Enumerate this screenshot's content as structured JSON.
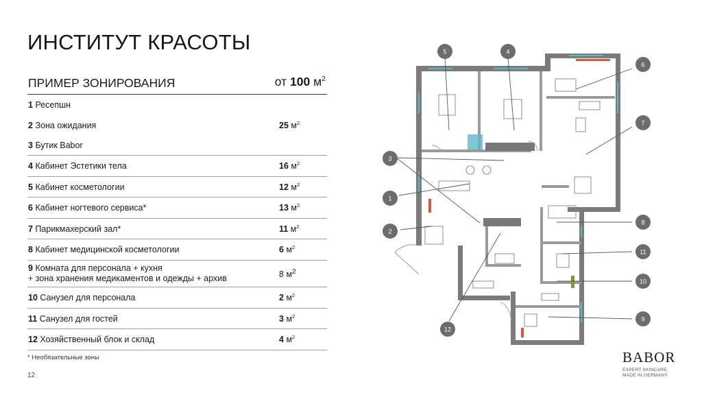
{
  "title": "ИНСТИТУТ КРАСОТЫ",
  "table": {
    "header_label": "ПРИМЕР ЗОНИРОВАНИЯ",
    "header_prefix": "от",
    "header_number": "100",
    "header_unit": "м",
    "header_unit_power": "2",
    "unit": "м",
    "unit_power": "2",
    "rows": [
      {
        "num": "1",
        "label": "Ресепшн"
      },
      {
        "num": "2",
        "label": "Зона ожидания",
        "value": "25"
      },
      {
        "num": "3",
        "label": "Бутик Babor"
      },
      {
        "num": "4",
        "label": "Кабинет Эстетики тела",
        "value": "16"
      },
      {
        "num": "5",
        "label": "Кабинет косметологии",
        "value": "12"
      },
      {
        "num": "6",
        "label": "Кабинет ногтевого сервиса*",
        "value": "13"
      },
      {
        "num": "7",
        "label": "Парикмахерский зал*",
        "value": "11"
      },
      {
        "num": "8",
        "label": "Кабинет медицинской косметологии",
        "value": "6"
      },
      {
        "num": "9",
        "label": "Комната для персонала + кухня",
        "label_line2": "+ зона хранения медикаментов и одежды + архив",
        "value": "8"
      },
      {
        "num": "10",
        "label": "Санузел для персонала",
        "value": "2"
      },
      {
        "num": "11",
        "label": "Санузел для гостей",
        "value": "3"
      },
      {
        "num": "12",
        "label": "Хозяйственный блок и склад",
        "value": "4"
      }
    ]
  },
  "footnote": "* Необязательные зоны",
  "page_number": "12",
  "logo": {
    "brand": "BABOR",
    "tagline_1": "EXPERT SKINCARE.",
    "tagline_2": "MADE IN GERMANY."
  },
  "plan_markers": [
    "1",
    "2",
    "3",
    "4",
    "5",
    "6",
    "7",
    "8",
    "9",
    "10",
    "11",
    "12"
  ],
  "colors": {
    "wall": "#7b7b7b",
    "marker": "#6c6c6c",
    "window": "#5fb6c9",
    "accent_red": "#d8573c",
    "accent_green": "#7a9a3a"
  }
}
